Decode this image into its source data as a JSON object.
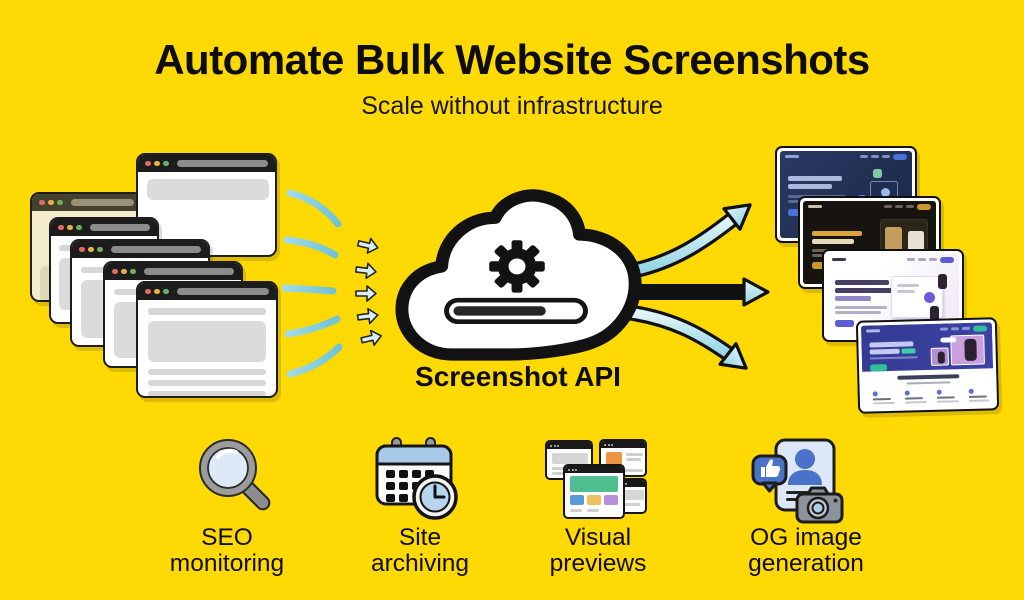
{
  "header": {
    "title": "Automate Bulk Website Screenshots",
    "subtitle": "Scale without infrastructure"
  },
  "cloud": {
    "label": "Screenshot API"
  },
  "use_cases": [
    {
      "id": "seo-monitoring",
      "icon": "magnifier-icon",
      "line1": "SEO",
      "line2": "monitoring"
    },
    {
      "id": "site-archiving",
      "icon": "calendar-clock-icon",
      "line1": "Site",
      "line2": "archiving"
    },
    {
      "id": "visual-previews",
      "icon": "browser-windows-icon",
      "line1": "Visual",
      "line2": "previews"
    },
    {
      "id": "og-image-generation",
      "icon": "og-card-camera-icon",
      "line1": "OG image",
      "line2": "generation"
    }
  ],
  "palette": {
    "background": "#FFD903",
    "text": "#0D0D0D",
    "arrow_fill": "#BFE6F0",
    "arrow_outline": "#111111",
    "swoosh": "#86CEDE",
    "window_bar": "#1C1C1C",
    "window_cream": "#F3ECCB",
    "dot_red": "#E06C5F",
    "dot_yellow": "#E8B04B",
    "dot_green": "#6FAE5F",
    "thumb_navy": "#223154",
    "thumb_black": "#17130E",
    "thumb_lavender": "#EFE7F6",
    "thumb_indigo": "#333A92",
    "accent_blue": "#4A6FD8",
    "accent_gold": "#D9A43C",
    "accent_purple": "#5B5BD6",
    "accent_teal": "#2FBF9A",
    "lens_blue": "#DDE9F7",
    "avatar_blue": "#4A72C8"
  }
}
